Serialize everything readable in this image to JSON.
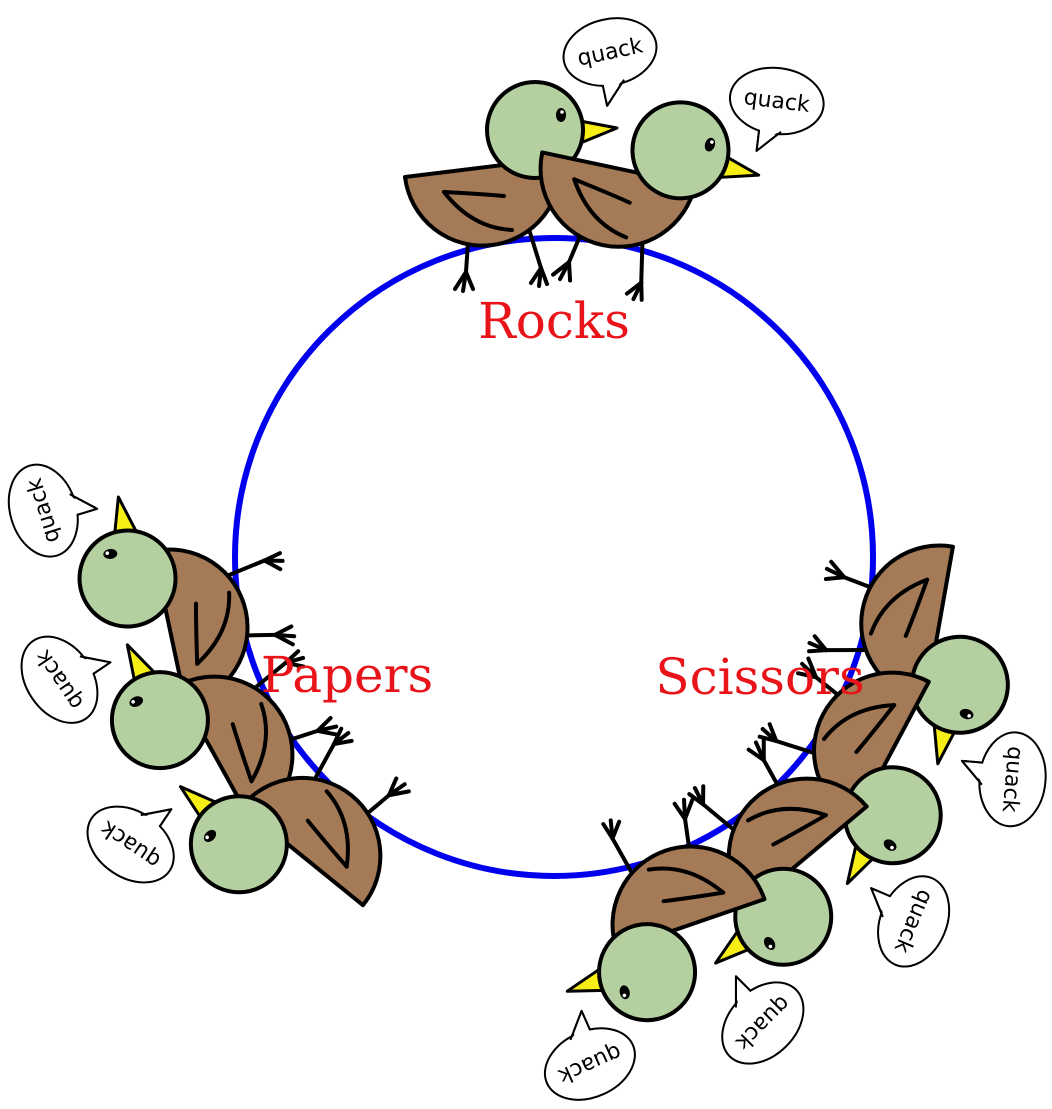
{
  "diagram": {
    "title": "Rocks, Papers, Scissors birds on a circle",
    "colors": {
      "circle": "#0000ee",
      "label": "#e8141a",
      "body": "#a57a57",
      "head": "#b4d0a0",
      "beak": "#f7ee16",
      "outline": "#000000",
      "bubble_fill": "#ffffff"
    },
    "labels": {
      "rocks": "Rocks",
      "papers": "Papers",
      "scissors": "Scissors"
    },
    "bubble_text": "quack",
    "groups": [
      {
        "name": "rocks",
        "bird_count": 2,
        "bubbles": [
          "quack",
          "quack"
        ]
      },
      {
        "name": "papers",
        "bird_count": 3,
        "bubbles": [
          "quack",
          "quack",
          "quack"
        ]
      },
      {
        "name": "scissors",
        "bird_count": 4,
        "bubbles": [
          "quack",
          "quack",
          "quack",
          "quack"
        ]
      }
    ]
  }
}
